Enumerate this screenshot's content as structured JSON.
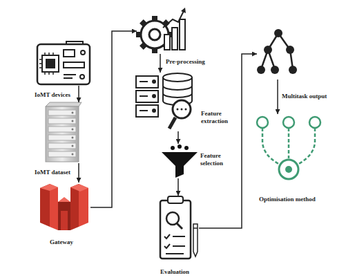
{
  "diagram": {
    "nodes": [
      {
        "text": [
          "IoMT devices"
        ]
      },
      {
        "text": [
          "IoMT dataset"
        ]
      },
      {
        "text": [
          "Gateway"
        ]
      },
      {
        "text": [
          "Pre-processing"
        ]
      },
      {
        "text": [
          "Feature extraction"
        ]
      },
      {
        "text": [
          "Feature selection"
        ]
      },
      {
        "text": [
          "Evaluation"
        ]
      },
      {
        "text": [
          "Multitask output"
        ]
      },
      {
        "text": [
          "Optimisation method"
        ]
      }
    ],
    "edges": [
      {
        "from": 0,
        "to": 1,
        "arrow": "to"
      },
      {
        "from": 1,
        "to": 2,
        "arrow": "to"
      },
      {
        "from": 2,
        "to": 3,
        "arrow": "to"
      },
      {
        "from": 3,
        "to": 4,
        "arrow": "to"
      },
      {
        "from": 4,
        "to": 5,
        "arrow": "to"
      },
      {
        "from": 5,
        "to": 6,
        "arrow": "to"
      },
      {
        "from": 6,
        "to": 7,
        "arrow": "to"
      },
      {
        "from": 7,
        "to": 8,
        "arrow": "to"
      }
    ]
  }
}
